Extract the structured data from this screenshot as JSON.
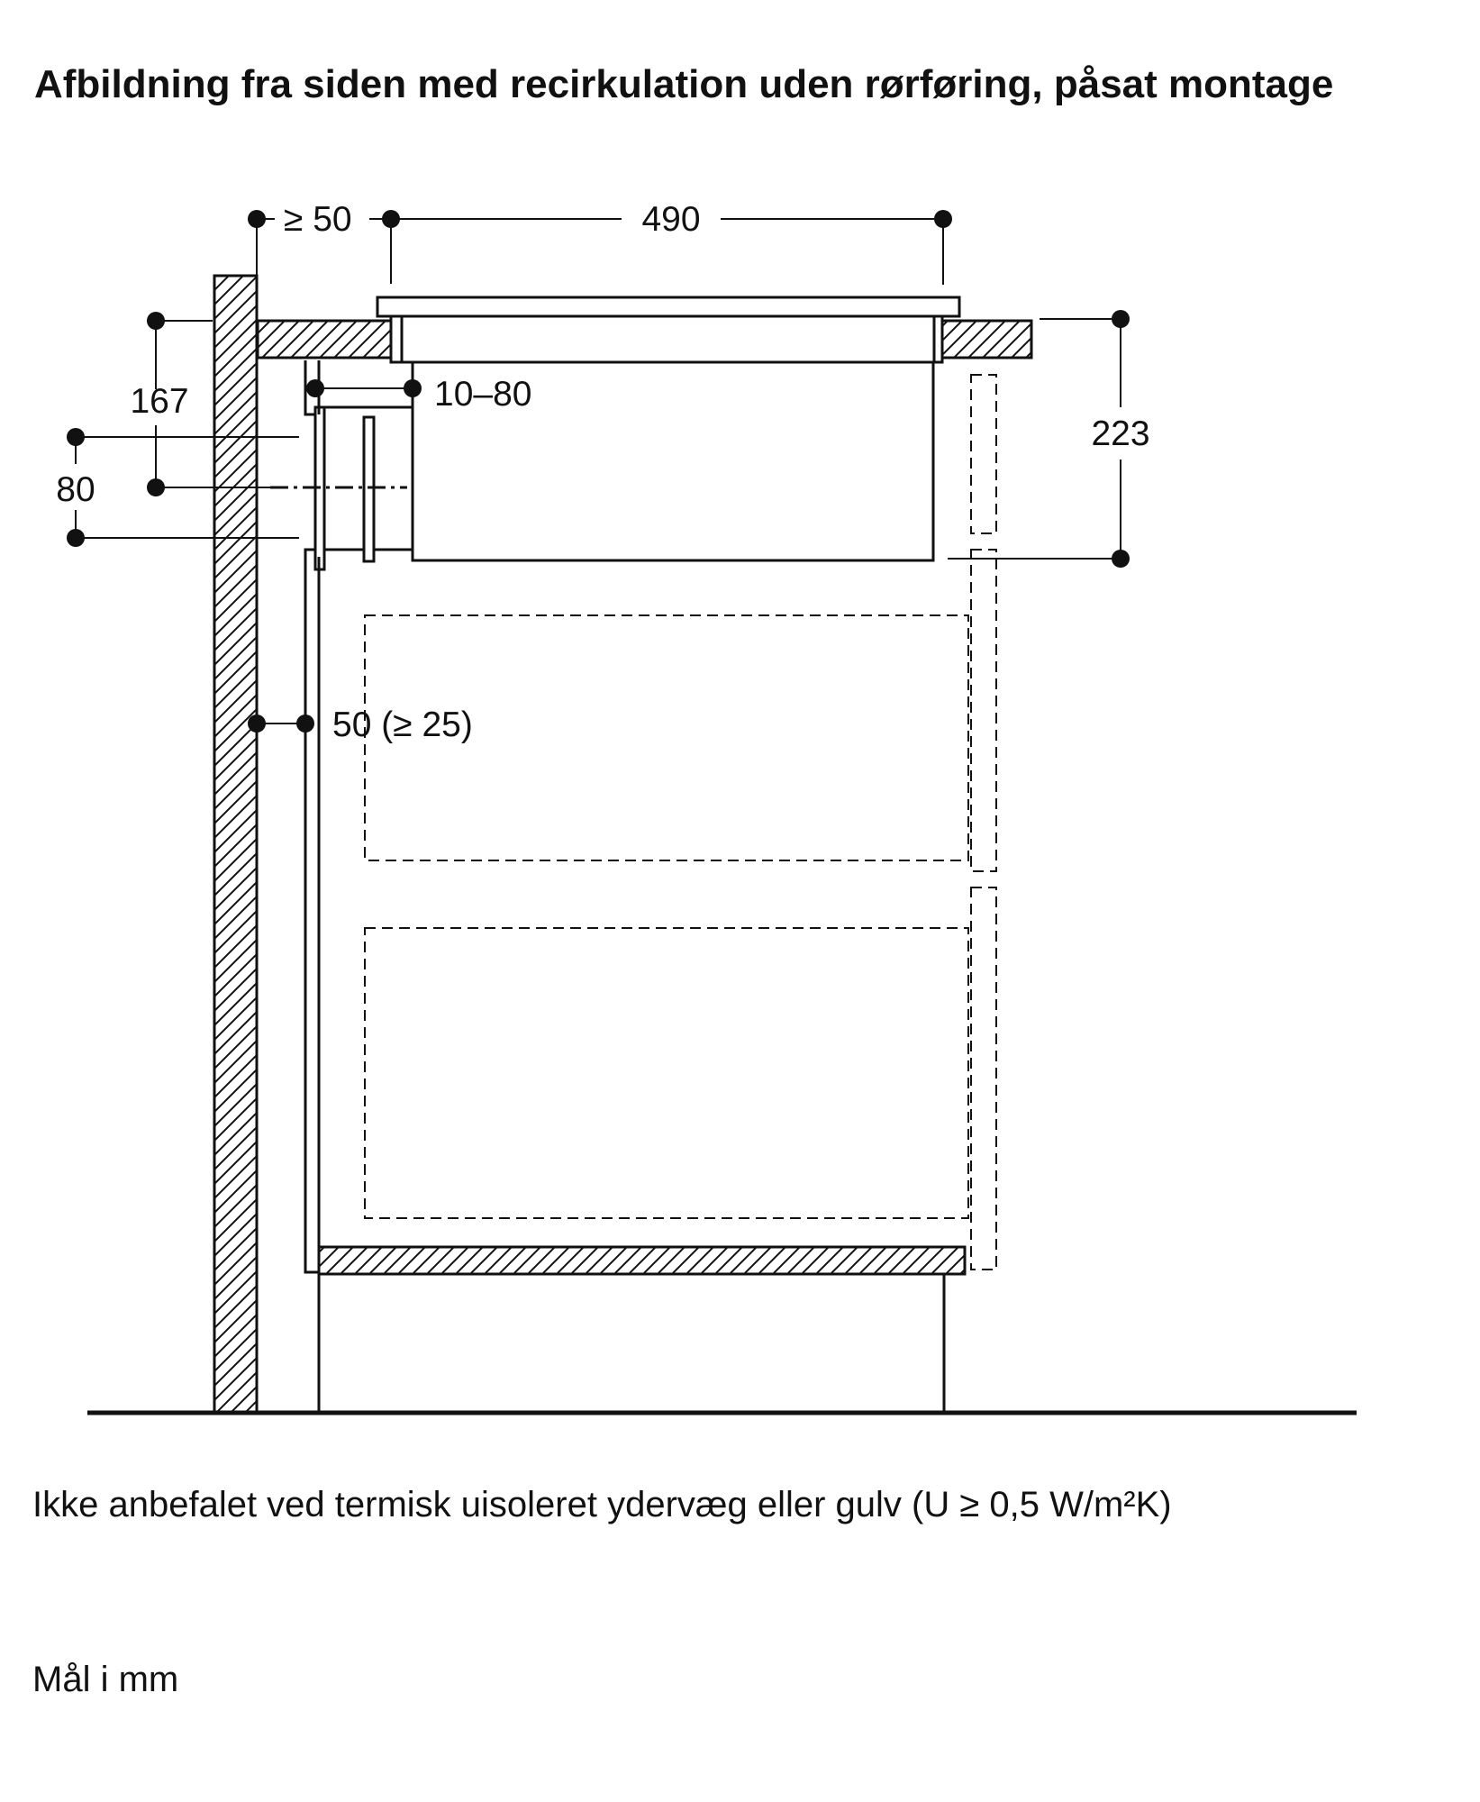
{
  "title": "Afbildning fra siden med recirkulation uden rørføring, påsat montage",
  "dimensions": {
    "wall_gap": "≥ 50",
    "depth": "490",
    "height_left": "167",
    "duct_height": "80",
    "offset": "10–80",
    "height_right": "223",
    "rear_gap": "50 (≥ 25)"
  },
  "note": "Ikke anbefalet ved termisk uisoleret ydervæg eller gulv (U ≥ 0,5 W/m²K)",
  "units_note": "Mål i mm",
  "colors": {
    "line": "#111111",
    "background": "#ffffff"
  }
}
